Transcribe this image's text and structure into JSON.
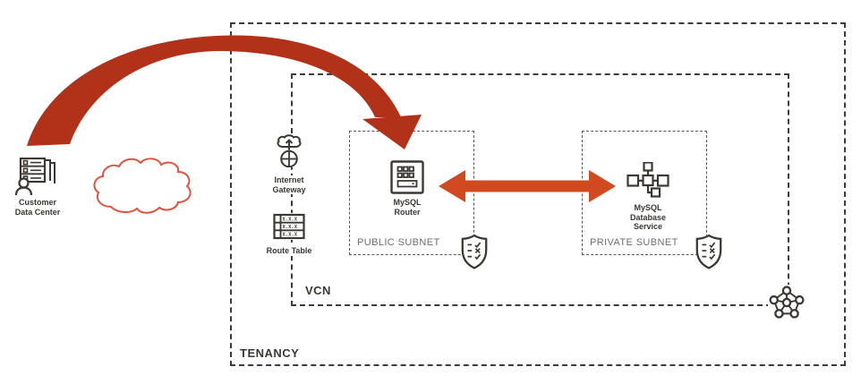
{
  "diagram": {
    "tenancy_label": "TENANCY",
    "vcn_label": "VCN",
    "public_subnet_label": "PUBLIC SUBNET",
    "private_subnet_label": "PRIVATE SUBNET",
    "nodes": {
      "customer_data_center": "Customer\nData Center",
      "internet_gateway": "Internet\nGateway",
      "route_table": "Route Table",
      "mysql_router": "MySQL\nRouter",
      "mysql_database_service": "MySQL\nDatabase\nService"
    },
    "route_table_rows": [
      "X.X.X",
      "X.X.X",
      "X.X.X"
    ]
  },
  "icons": {
    "customer-data-center-icon": "server-stack-with-user",
    "cloud-icon": "red-cloud-outline",
    "internet-gateway-icon": "cloud-up-arrow-over-compass-circle",
    "route-table-icon": "table-grid-xxx-rows",
    "mysql-router-icon": "panel-with-button-grid",
    "mysql-database-service-icon": "connected-node-cluster",
    "security-list-icon": "shield-with-checklist",
    "vcn-icon": "pentagon-node-network",
    "curved-arrow": "thick-red-curved-arrow",
    "double-arrow": "red-double-headed-arrow"
  },
  "colors": {
    "background": "#ffffff",
    "ink": "#3b3733",
    "container_border": "#3c3c3c",
    "subnet_border": "#565656",
    "subnet_label": "#6e6e6e",
    "arrow_curved": "#b23119",
    "arrow_double": "#d14a1f",
    "cloud_stroke": "#e2523d"
  }
}
